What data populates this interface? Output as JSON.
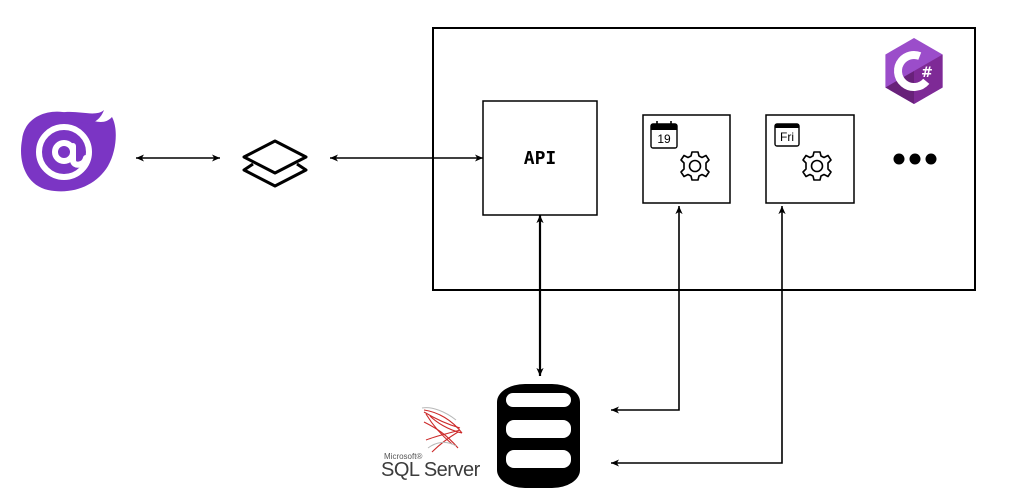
{
  "colors": {
    "blazor_purple": "#7b35c4",
    "csharp_light": "#9b4dca",
    "csharp_dark": "#68217a",
    "csharp_mid": "#7e2a96",
    "sql_red": "#cc2929",
    "line": "#000000"
  },
  "icons": {
    "blazor": "blazor-logo",
    "layers": "layers-icon",
    "csharp": "csharp-logo",
    "calendar_day": "calendar-icon",
    "calendar_weekday": "calendar-icon",
    "gear": "gear-icon",
    "more": "ellipsis-icon",
    "database": "database-icon",
    "sql_server": "sql-server-logo"
  },
  "backend": {
    "api_label": "API",
    "job_day": {
      "calendar_text": "19"
    },
    "job_weekday": {
      "calendar_text": "Fri"
    },
    "csharp_symbol": "#"
  },
  "database": {
    "logo_small_text": "Microsoft®",
    "logo_text": "SQL Server"
  }
}
